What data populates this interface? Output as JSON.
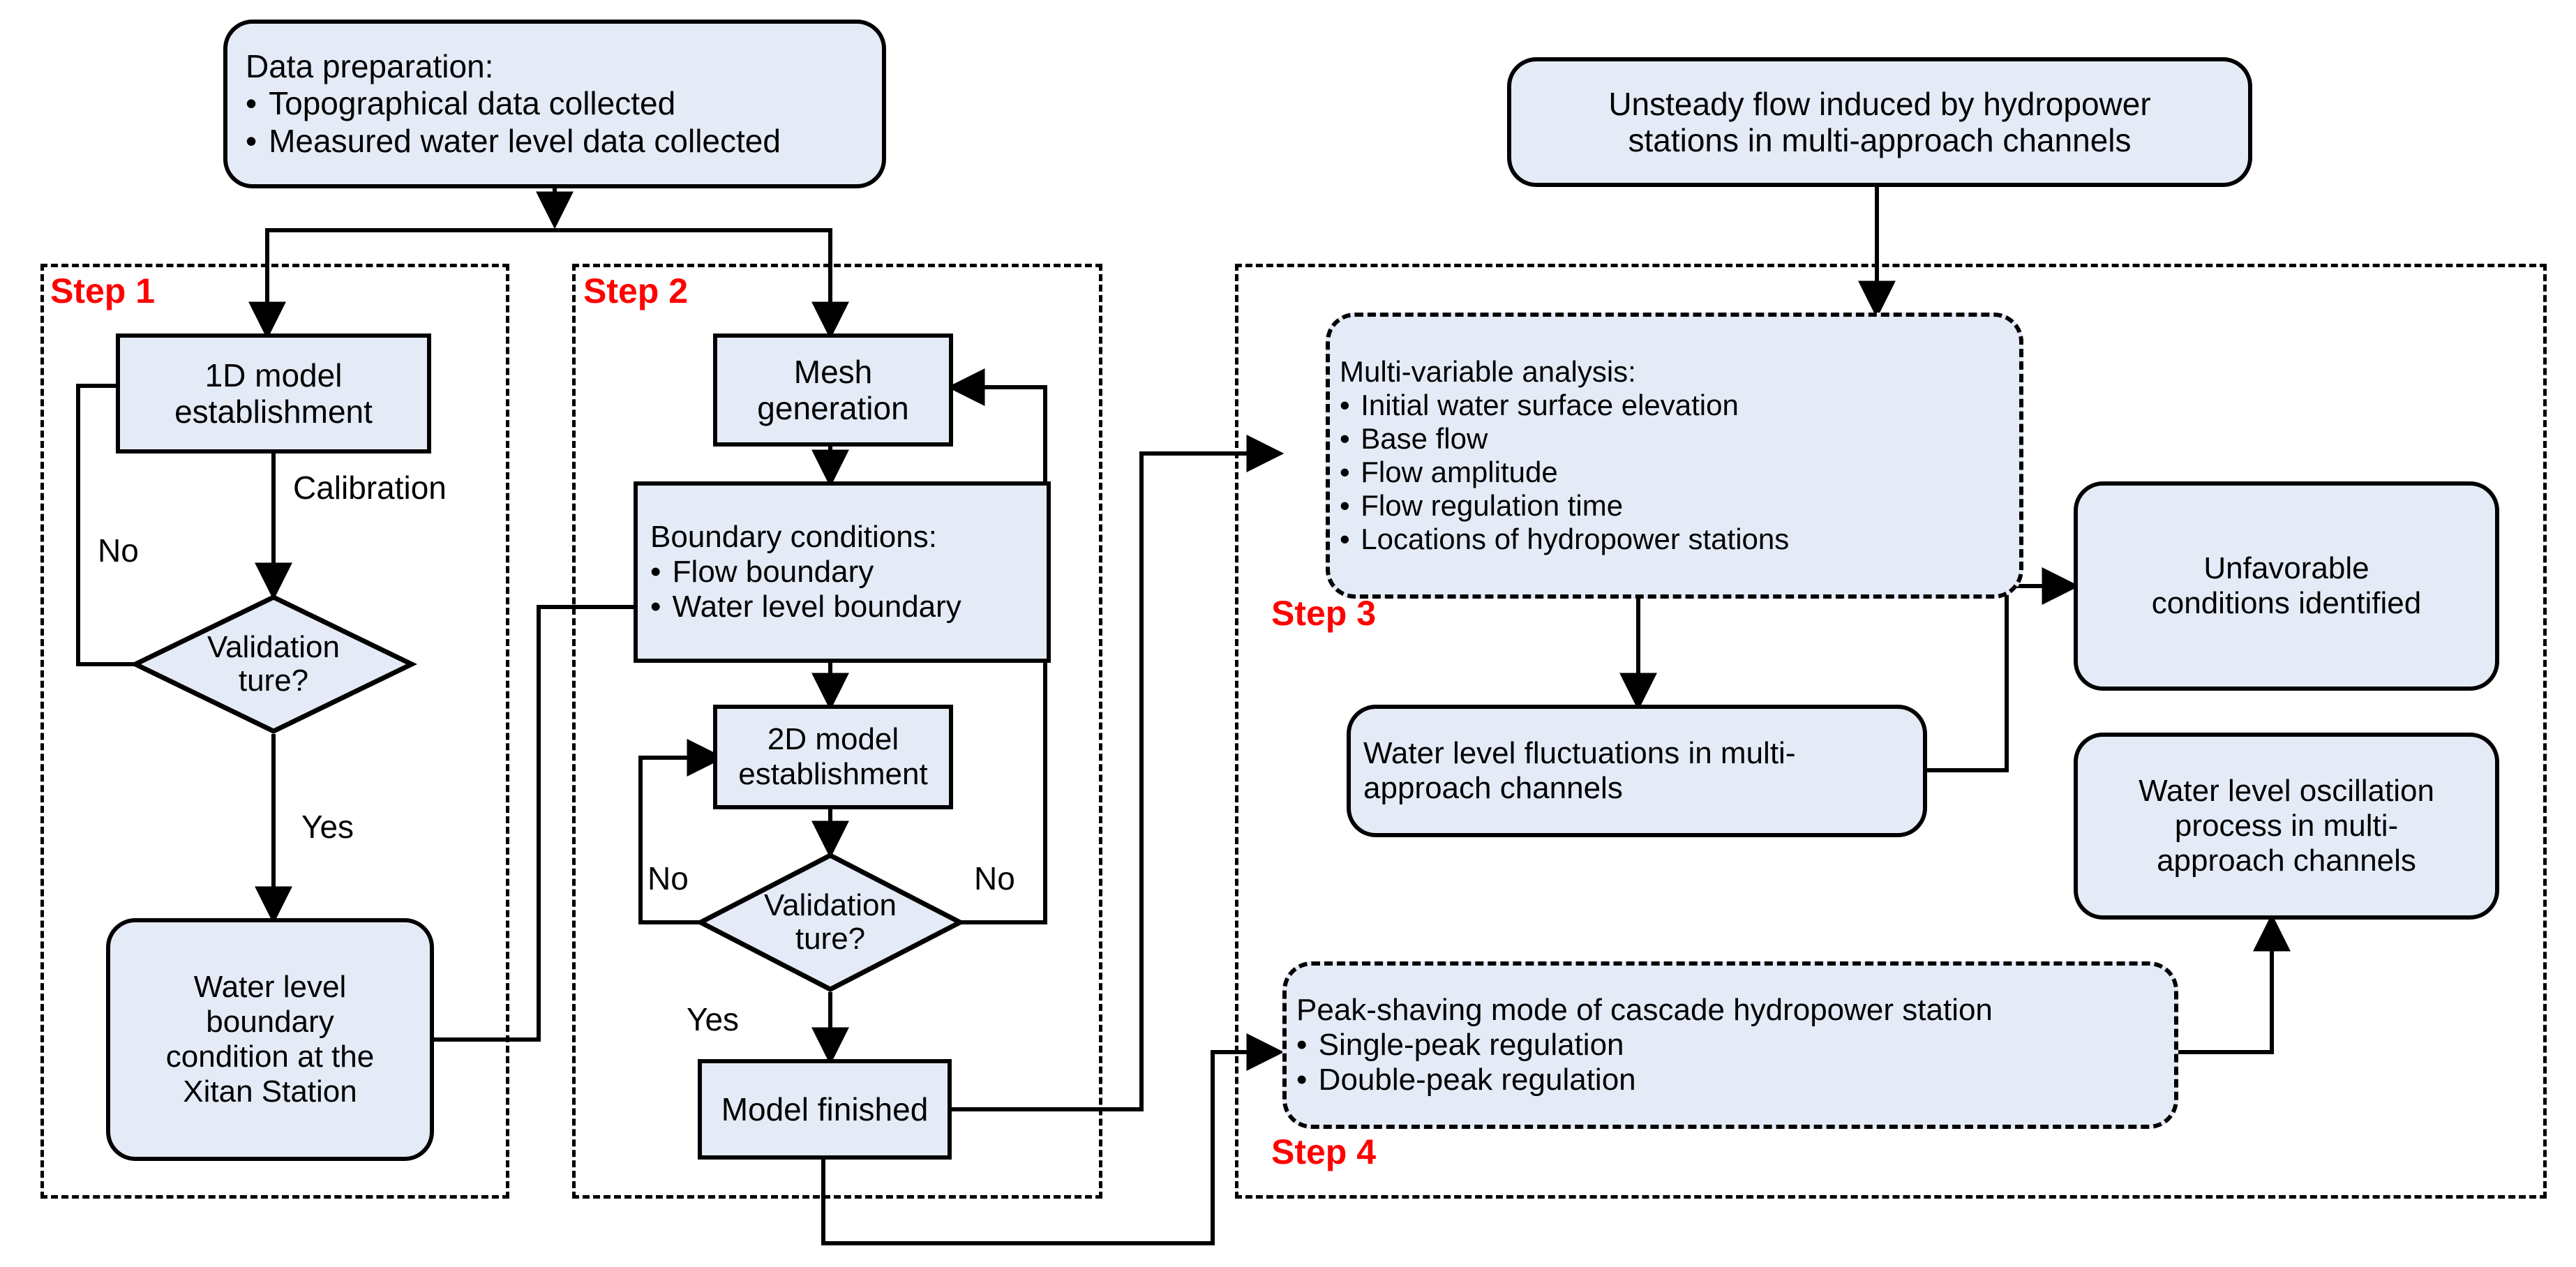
{
  "colors": {
    "node_fill": "#e4ebf7",
    "node_stroke": "#000000",
    "step_label": "#ff0000",
    "background": "#ffffff"
  },
  "step_areas": [
    {
      "label": "Step 1"
    },
    {
      "label": "Step 2"
    },
    {
      "label": "Step 3"
    },
    {
      "label": "Step 4"
    }
  ],
  "nodes": {
    "data_preparation": {
      "title": "Data preparation:",
      "bullets": [
        "Topographical data collected",
        "Measured water level data collected"
      ]
    },
    "unsteady_flow": {
      "line1": "Unsteady flow induced by hydropower",
      "line2": "stations in multi-approach channels"
    },
    "model_1d": {
      "line1": "1D model",
      "line2": "establishment"
    },
    "validation_1": {
      "line1": "Validation",
      "line2": "ture?"
    },
    "xitan_station": {
      "line1": "Water level",
      "line2": "boundary",
      "line3": "condition at the",
      "line4": "Xitan Station"
    },
    "mesh_generation": {
      "line1": "Mesh",
      "line2": "generation"
    },
    "boundary_conditions": {
      "title": "Boundary conditions:",
      "bullets": [
        "Flow boundary",
        "Water level boundary"
      ]
    },
    "model_2d": {
      "line1": "2D model",
      "line2": "establishment"
    },
    "validation_2": {
      "line1": "Validation",
      "line2": "ture?"
    },
    "model_finished": {
      "line1": "Model finished"
    },
    "multi_variable_analysis": {
      "title": "Multi-variable analysis:",
      "bullets": [
        "Initial water surface elevation",
        "Base flow",
        "Flow amplitude",
        "Flow regulation time",
        "Locations of hydropower stations"
      ]
    },
    "water_level_fluctuations": {
      "line1": "Water level fluctuations in multi-",
      "line2": "approach channels"
    },
    "unfavorable_conditions": {
      "line1": "Unfavorable",
      "line2": "conditions identified"
    },
    "water_level_oscillation": {
      "line1": "Water level oscillation",
      "line2": "process in multi-",
      "line3": "approach channels"
    },
    "peak_shaving": {
      "title": "Peak-shaving mode of cascade hydropower station",
      "bullets": [
        "Single-peak regulation",
        "Double-peak regulation"
      ]
    }
  },
  "edge_labels": {
    "calibration": "Calibration",
    "no_1": "No",
    "yes_1": "Yes",
    "no_2_left": "No",
    "no_2_right": "No",
    "yes_2": "Yes"
  }
}
